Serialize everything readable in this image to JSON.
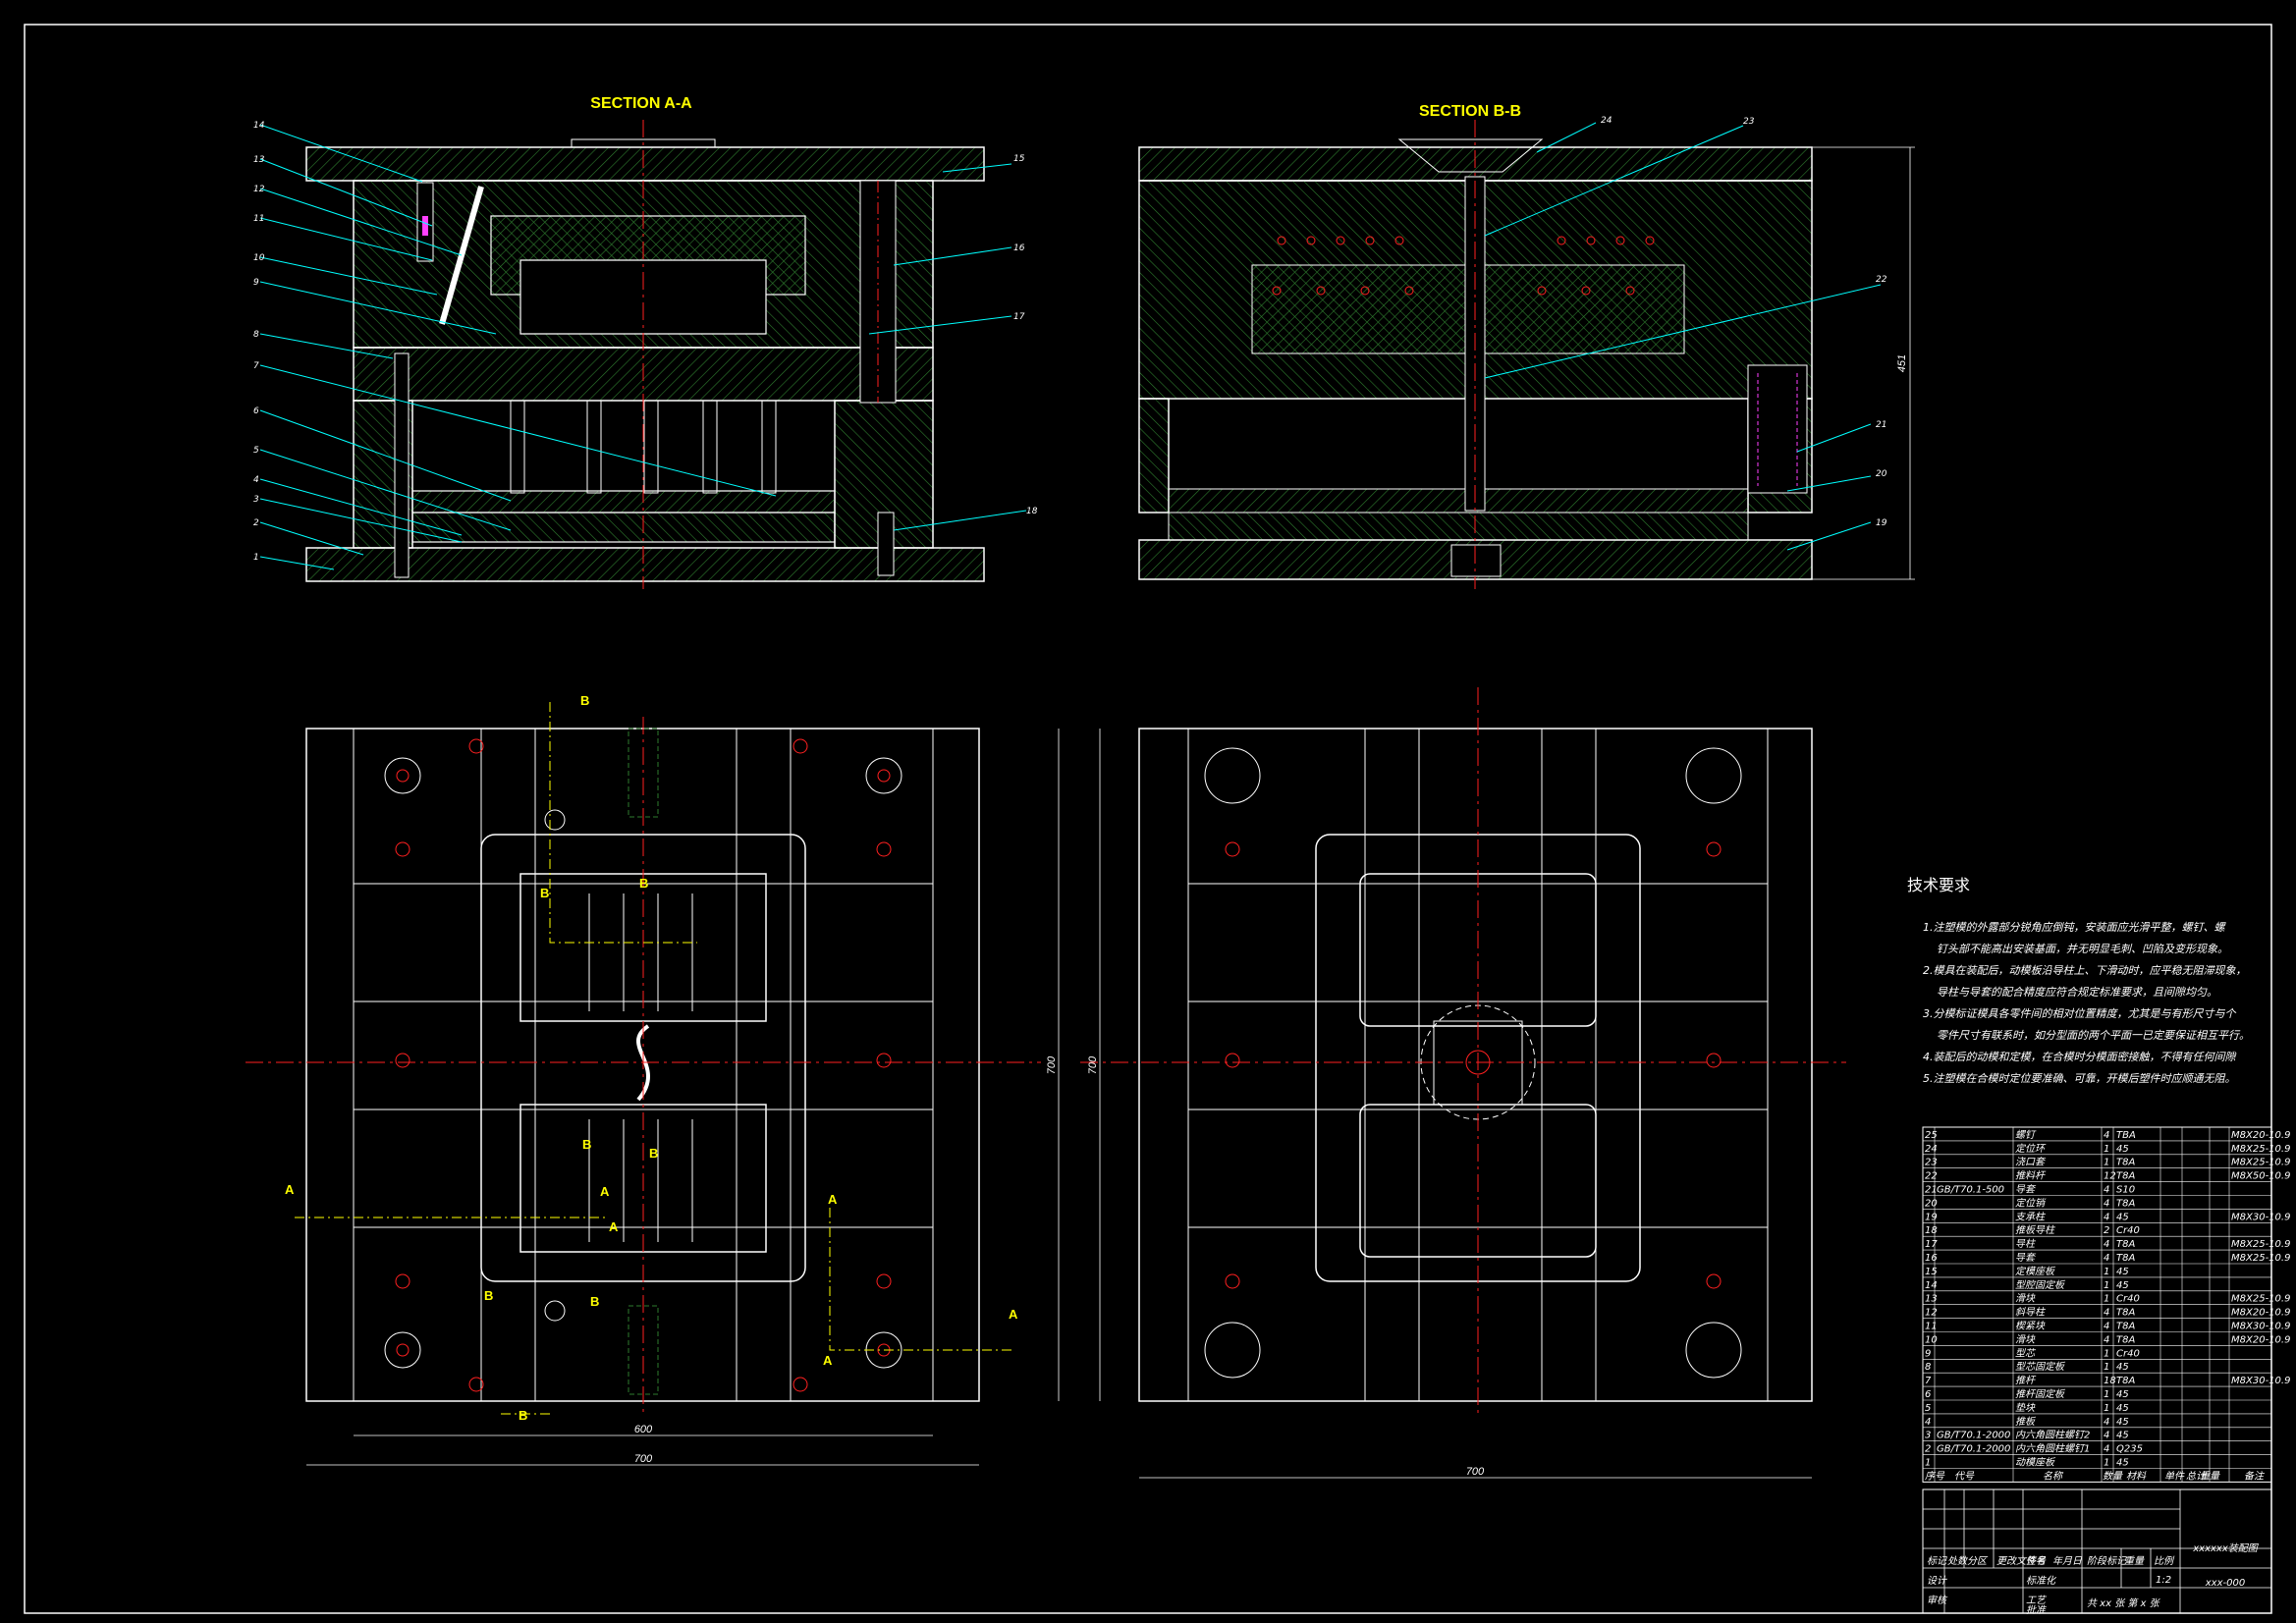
{
  "views": {
    "section_aa": "SECTION A-A",
    "section_bb": "SECTION B-B"
  },
  "dimensions": {
    "height_451": "451",
    "width_700_bottom_left": "700",
    "width_600": "600",
    "height_700_left": "700",
    "height_700_right": "700",
    "width_700_bottom_right": "700"
  },
  "section_markers": {
    "A": "A",
    "B": "B"
  },
  "part_callouts": [
    "1",
    "2",
    "3",
    "4",
    "5",
    "6",
    "7",
    "8",
    "9",
    "10",
    "11",
    "12",
    "13",
    "14",
    "15",
    "16",
    "17",
    "18",
    "19",
    "20",
    "21",
    "22",
    "23",
    "24"
  ],
  "tech_requirements": {
    "title": "技术要求",
    "items": [
      "1.注塑模的外露部分锐角应倒钝，安装面应光滑平整，螺钉、螺",
      "钉头部不能高出安装基面，并无明显毛刺、凹陷及变形现象。",
      "2.模具在装配后，动模板沿导柱上、下滑动时，应平稳无阻滞现象，",
      "导柱与导套的配合精度应符合规定标准要求，且间隙均匀。",
      "3.分模标证模具各零件间的相对位置精度，尤其是与有形尺寸与个",
      "零件尺寸有联系时，如分型面的两个平面一已定要保证相互平行。",
      "4.装配后的动模和定模，在合模时分模面密接触，不得有任何间隙",
      "5.注塑模在合模时定位要准确、可靠，开模后塑件时应顺通无阻。"
    ]
  },
  "bom": {
    "rows": [
      {
        "no": "25",
        "std": "",
        "name": "螺钉",
        "qty": "4",
        "mat": "TBA",
        "note": "M8X20-10.9"
      },
      {
        "no": "24",
        "std": "",
        "name": "定位环",
        "qty": "1",
        "mat": "45",
        "note": "M8X25-10.9"
      },
      {
        "no": "23",
        "std": "",
        "name": "浇口套",
        "qty": "1",
        "mat": "T8A",
        "note": "M8X25-10.9"
      },
      {
        "no": "22",
        "std": "",
        "name": "推料杆",
        "qty": "12",
        "mat": "T8A",
        "note": "M8X50-10.9"
      },
      {
        "no": "21",
        "std": "GB/T70.1-500",
        "name": "导套",
        "qty": "4",
        "mat": "S10",
        "note": ""
      },
      {
        "no": "20",
        "std": "",
        "name": "定位销",
        "qty": "4",
        "mat": "T8A",
        "note": ""
      },
      {
        "no": "19",
        "std": "",
        "name": "支承柱",
        "qty": "4",
        "mat": "45",
        "note": "M8X30-10.9"
      },
      {
        "no": "18",
        "std": "",
        "name": "推板导柱",
        "qty": "2",
        "mat": "Cr40",
        "note": ""
      },
      {
        "no": "17",
        "std": "",
        "name": "导柱",
        "qty": "4",
        "mat": "T8A",
        "note": "M8X25-10.9"
      },
      {
        "no": "16",
        "std": "",
        "name": "导套",
        "qty": "4",
        "mat": "T8A",
        "note": "M8X25-10.9"
      },
      {
        "no": "15",
        "std": "",
        "name": "定模座板",
        "qty": "1",
        "mat": "45",
        "note": ""
      },
      {
        "no": "14",
        "std": "",
        "name": "型腔固定板",
        "qty": "1",
        "mat": "45",
        "note": ""
      },
      {
        "no": "13",
        "std": "",
        "name": "滑块",
        "qty": "1",
        "mat": "Cr40",
        "note": "M8X25-10.9"
      },
      {
        "no": "12",
        "std": "",
        "name": "斜导柱",
        "qty": "4",
        "mat": "T8A",
        "note": "M8X20-10.9"
      },
      {
        "no": "11",
        "std": "",
        "name": "楔紧块",
        "qty": "4",
        "mat": "T8A",
        "note": "M8X30-10.9"
      },
      {
        "no": "10",
        "std": "",
        "name": "滑块",
        "qty": "4",
        "mat": "T8A",
        "note": "M8X20-10.9"
      },
      {
        "no": "9",
        "std": "",
        "name": "型芯",
        "qty": "1",
        "mat": "Cr40",
        "note": ""
      },
      {
        "no": "8",
        "std": "",
        "name": "型芯固定板",
        "qty": "1",
        "mat": "45",
        "note": ""
      },
      {
        "no": "7",
        "std": "",
        "name": "推杆",
        "qty": "18",
        "mat": "T8A",
        "note": "M8X30-10.9"
      },
      {
        "no": "6",
        "std": "",
        "name": "推杆固定板",
        "qty": "1",
        "mat": "45",
        "note": ""
      },
      {
        "no": "5",
        "std": "",
        "name": "垫块",
        "qty": "1",
        "mat": "45",
        "note": ""
      },
      {
        "no": "4",
        "std": "",
        "name": "推板",
        "qty": "4",
        "mat": "45",
        "note": ""
      },
      {
        "no": "3",
        "std": "GB/T70.1-2000",
        "name": "内六角圆柱螺钉2",
        "qty": "4",
        "mat": "45",
        "note": ""
      },
      {
        "no": "2",
        "std": "GB/T70.1-2000",
        "name": "内六角圆柱螺钉1",
        "qty": "4",
        "mat": "Q235",
        "note": ""
      },
      {
        "no": "1",
        "std": "",
        "name": "动模座板",
        "qty": "1",
        "mat": "45",
        "note": ""
      }
    ],
    "header": {
      "no": "序号",
      "std": "代号",
      "name": "名称",
      "qty": "数量",
      "mat": "材料",
      "single": "单件",
      "total": "总计",
      "weight": "重量",
      "note": "备注"
    }
  },
  "title_block": {
    "drawing_name": "xxxxxx装配图",
    "drawing_no": "xxx-000",
    "sheets": "共 xx 张  第 x 张",
    "scale": "1:2",
    "row_labels": [
      "标记",
      "处数",
      "分区",
      "更改文件号",
      "签名",
      "年月日"
    ],
    "design": "设计",
    "standard": "标准化",
    "review": "审核",
    "process": "工艺",
    "approve": "批准",
    "stage": "阶段标记",
    "weight": "重量",
    "ratio": "比例"
  },
  "colors": {
    "background": "#000000",
    "outline": "#ffffff",
    "hatch": "#2e7d2e",
    "centerline": "#ff2020",
    "leader": "#00ffff",
    "section_label": "#ffff00",
    "magenta": "#ff40ff"
  }
}
